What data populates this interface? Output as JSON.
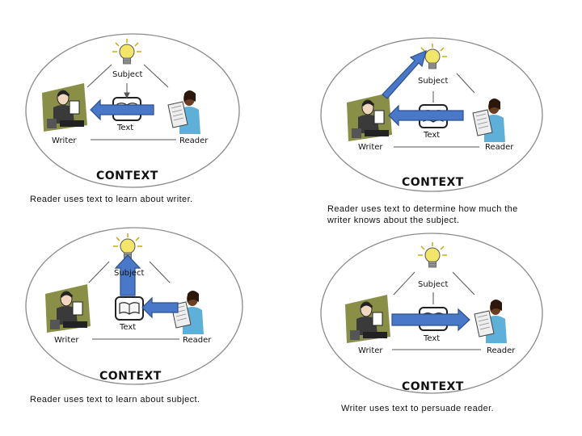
{
  "labels": {
    "subject": "Subject",
    "text": "Text",
    "writer": "Writer",
    "reader": "Reader",
    "context": "CONTEXT"
  },
  "panels": [
    {
      "caption": "Reader uses text to learn about writer."
    },
    {
      "caption": "Reader uses text to determine how much the writer knows about the subject."
    },
    {
      "caption": "Reader uses text to learn about subject."
    },
    {
      "caption": "Writer uses text to persuade reader."
    }
  ],
  "colors": {
    "arrow_fill": "#4a78c8",
    "arrow_stroke": "#2c4f8a",
    "ellipse": "#8a8a8a",
    "writer_bg": "#8a8f48",
    "bulb": "#f3e56a",
    "reader_skin": "#6b3e22",
    "reader_shirt": "#5fb0d8"
  }
}
